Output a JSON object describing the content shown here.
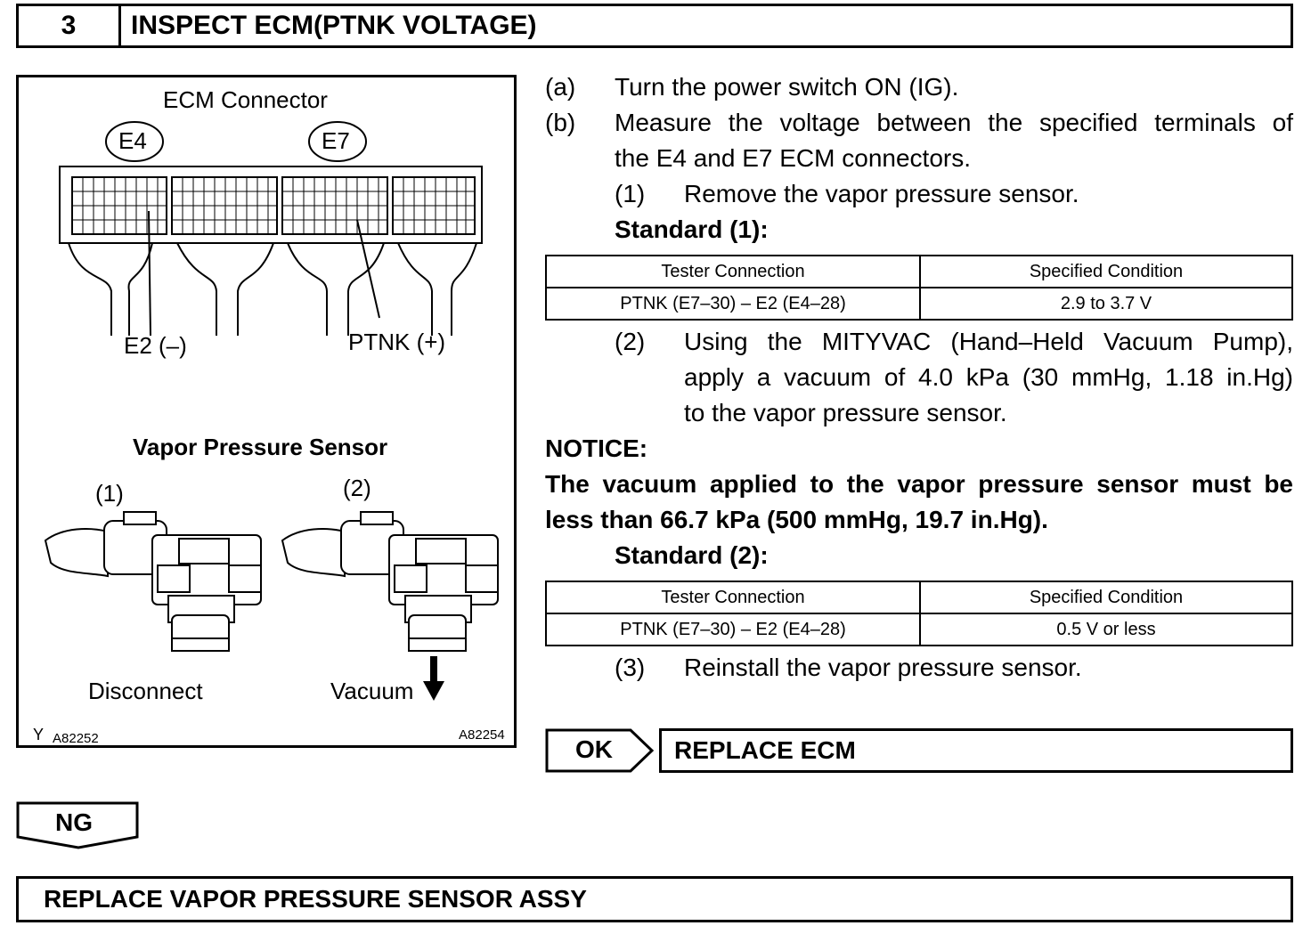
{
  "header": {
    "step_number": "3",
    "title": "INSPECT ECM(PTNK VOLTAGE)"
  },
  "figure": {
    "connector_title": "ECM Connector",
    "connector_e4": "E4",
    "connector_e7": "E7",
    "terminal_e2": "E2 (–)",
    "terminal_ptnk": "PTNK (+)",
    "sensor_title": "Vapor Pressure Sensor",
    "case1_label": "(1)",
    "case2_label": "(2)",
    "disconnect_label": "Disconnect",
    "vacuum_label": "Vacuum",
    "left_code_prefix": "Y",
    "left_code": "A82252",
    "right_code": "A82254"
  },
  "steps": {
    "a_label": "(a)",
    "a_text": "Turn the power switch ON (IG).",
    "b_label": "(b)",
    "b_text_1": "Measure the voltage between the specified terminals of",
    "b_text_2": "the E4 and E7 ECM connectors.",
    "s1_label": "(1)",
    "s1_text": "Remove the vapor pressure sensor.",
    "standard1": "Standard (1):",
    "s2_label": "(2)",
    "s2_text_1": "Using the MITYVAC (Hand–Held Vacuum Pump),",
    "s2_text_2": "apply a vacuum of 4.0 kPa (30 mmHg, 1.18 in.Hg)",
    "s2_text_3": "to the vapor pressure sensor.",
    "notice_label": "NOTICE:",
    "notice_1": "The vacuum applied to the vapor pressure sensor must be",
    "notice_2": "less than 66.7 kPa (500 mmHg, 19.7 in.Hg).",
    "standard2": "Standard (2):",
    "s3_label": "(3)",
    "s3_text": "Reinstall the vapor pressure sensor."
  },
  "table1": {
    "headers": [
      "Tester Connection",
      "Specified Condition"
    ],
    "row": [
      "PTNK (E7–30) – E2 (E4–28)",
      "2.9 to 3.7 V"
    ]
  },
  "table2": {
    "headers": [
      "Tester Connection",
      "Specified Condition"
    ],
    "row": [
      "PTNK (E7–30) – E2 (E4–28)",
      "0.5 V or less"
    ]
  },
  "results": {
    "ok": "OK",
    "ok_action": "REPLACE ECM",
    "ng": "NG",
    "ng_action": "REPLACE VAPOR PRESSURE SENSOR ASSY"
  }
}
